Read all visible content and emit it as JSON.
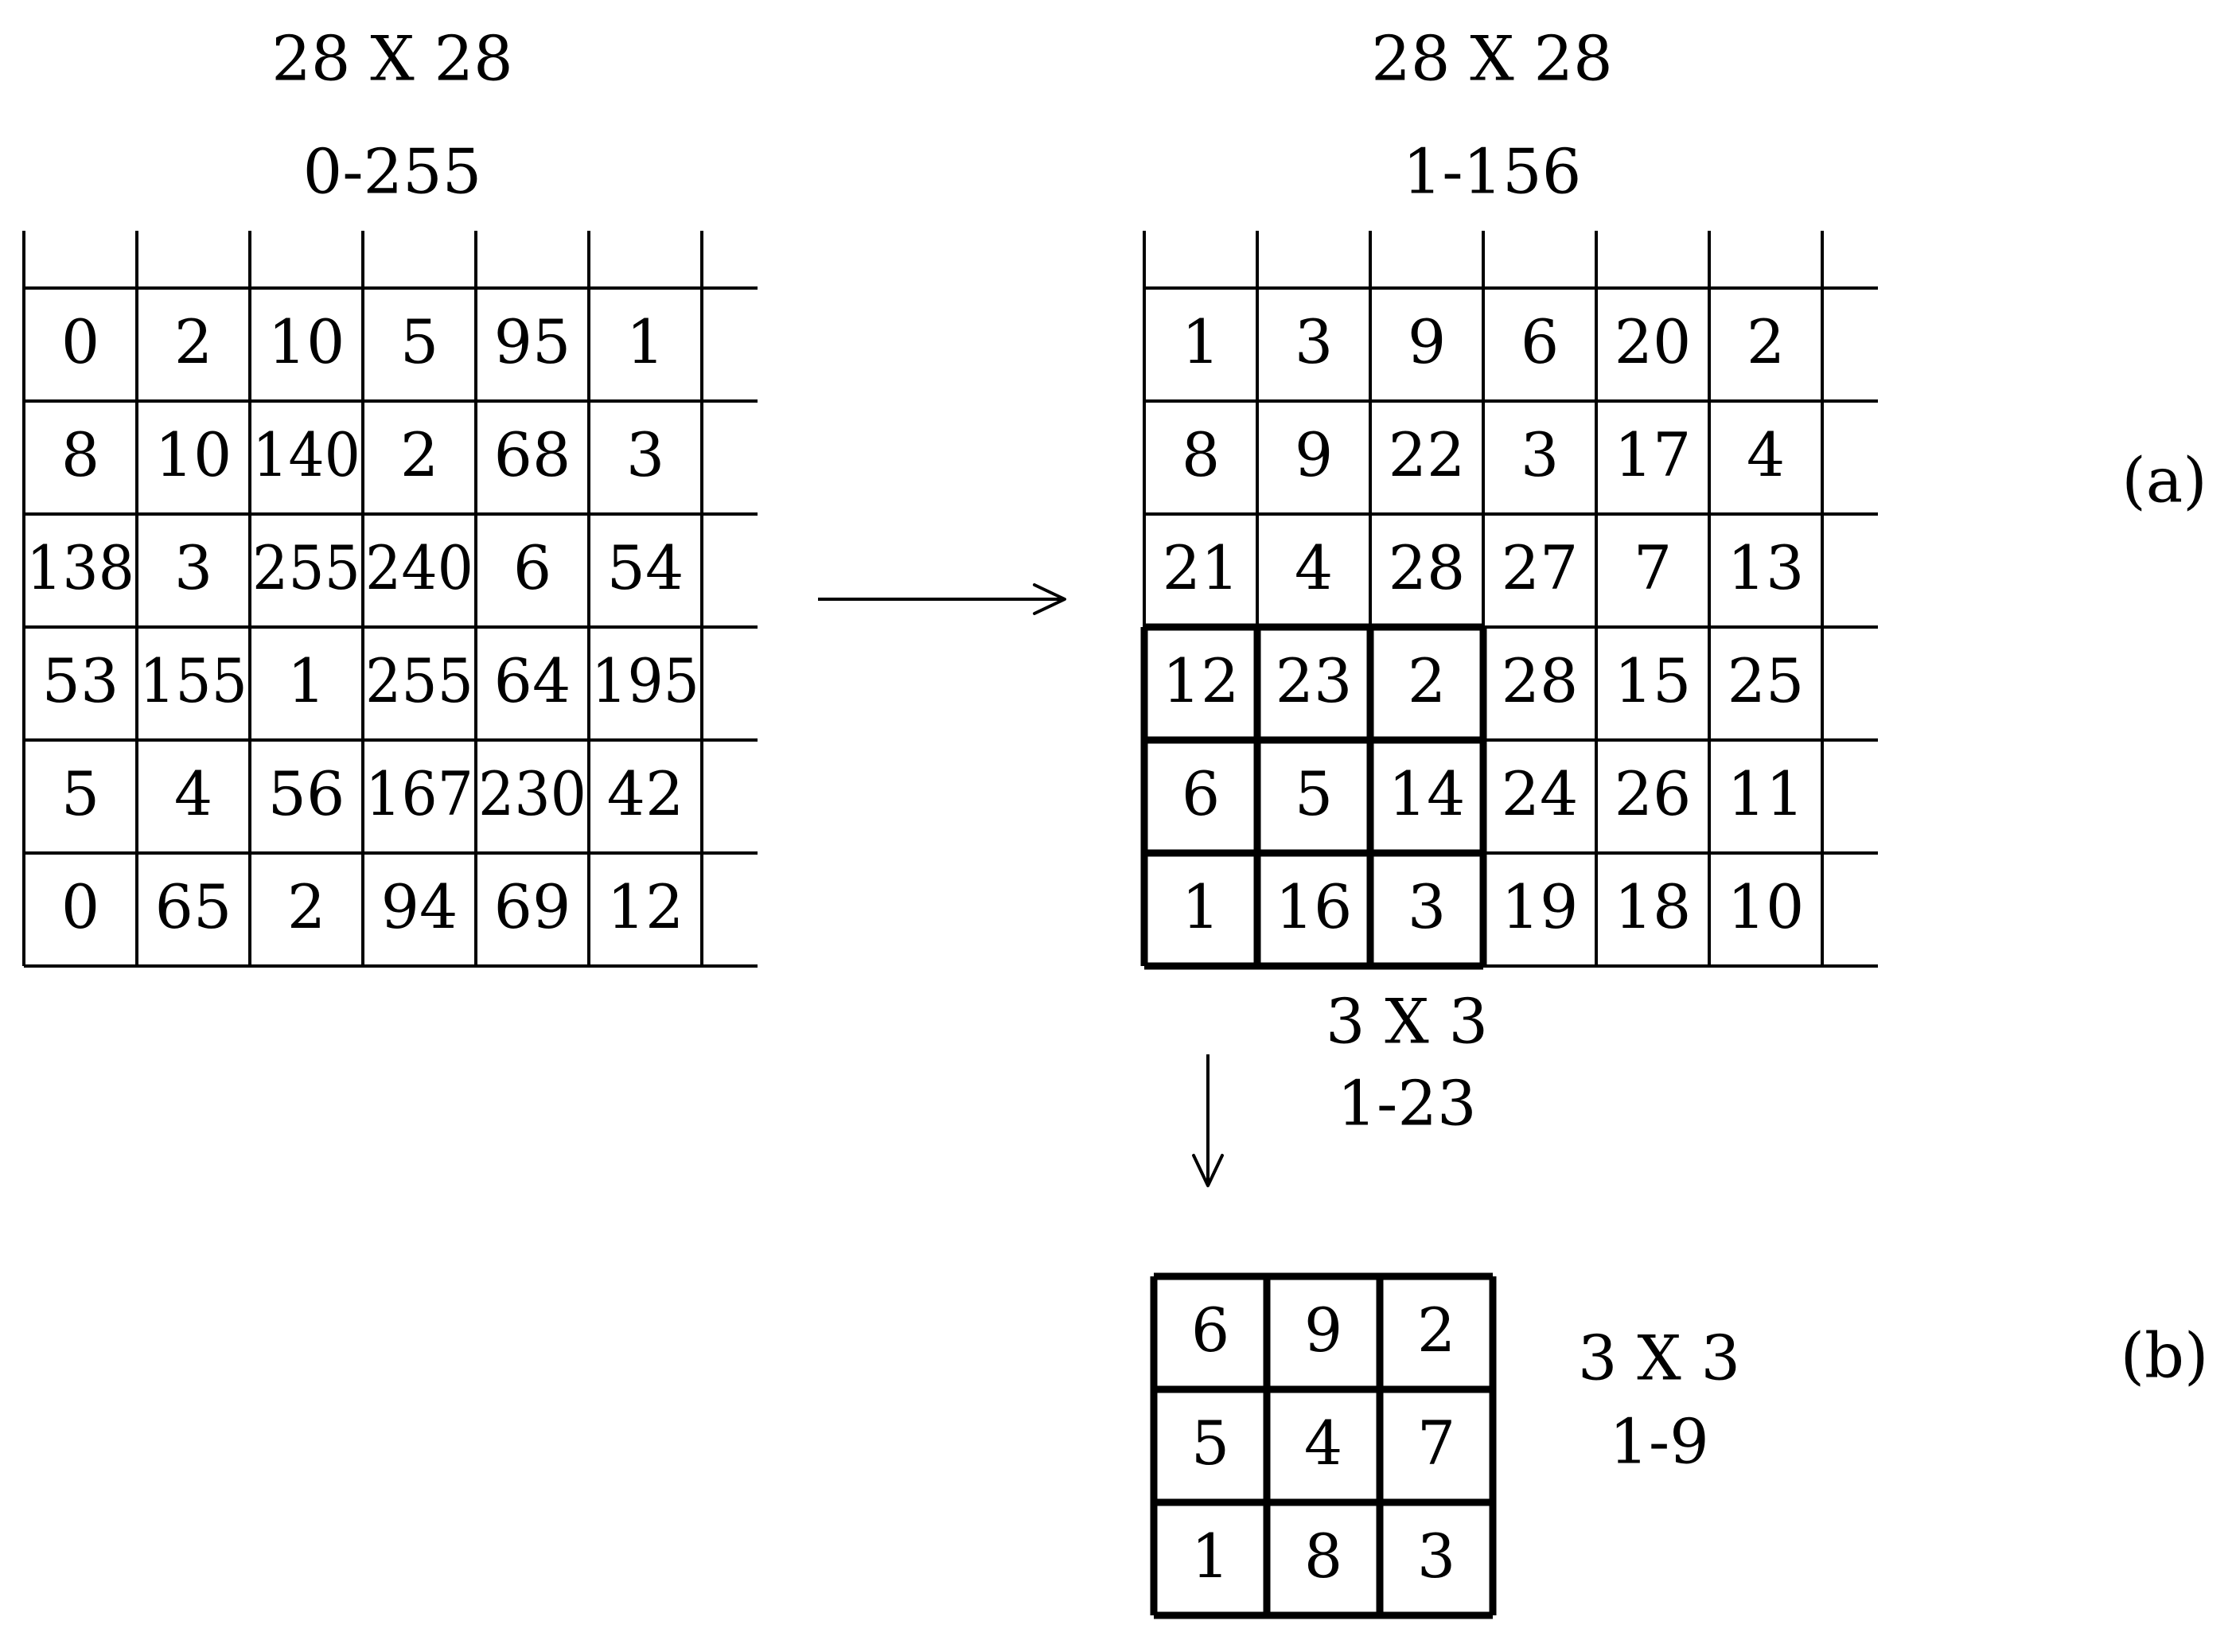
{
  "panel_a": {
    "left_grid": {
      "size_label": "28 X 28",
      "range_label": "0-255",
      "rows": [
        [
          "0",
          "2",
          "10",
          "5",
          "95",
          "1"
        ],
        [
          "8",
          "10",
          "140",
          "2",
          "68",
          "3"
        ],
        [
          "138",
          "3",
          "255",
          "240",
          "6",
          "54"
        ],
        [
          "53",
          "155",
          "1",
          "255",
          "64",
          "195"
        ],
        [
          "5",
          "4",
          "56",
          "167",
          "230",
          "42"
        ],
        [
          "0",
          "65",
          "2",
          "94",
          "69",
          "12"
        ]
      ]
    },
    "right_grid": {
      "size_label": "28 X 28",
      "range_label": "1-156",
      "rows": [
        [
          "1",
          "3",
          "9",
          "6",
          "20",
          "2"
        ],
        [
          "8",
          "9",
          "22",
          "3",
          "17",
          "4"
        ],
        [
          "21",
          "4",
          "28",
          "27",
          "7",
          "13"
        ],
        [
          "12",
          "23",
          "2",
          "28",
          "15",
          "25"
        ],
        [
          "6",
          "5",
          "14",
          "24",
          "26",
          "11"
        ],
        [
          "1",
          "16",
          "3",
          "19",
          "18",
          "10"
        ]
      ],
      "highlight_size_label": "3 X 3",
      "highlight_range_label": "1-23"
    },
    "tag": "(a)"
  },
  "panel_b": {
    "grid": {
      "size_label": "3 X 3",
      "range_label": "1-9",
      "rows": [
        [
          "6",
          "9",
          "2"
        ],
        [
          "5",
          "4",
          "7"
        ],
        [
          "1",
          "8",
          "3"
        ]
      ]
    },
    "tag": "(b)"
  }
}
